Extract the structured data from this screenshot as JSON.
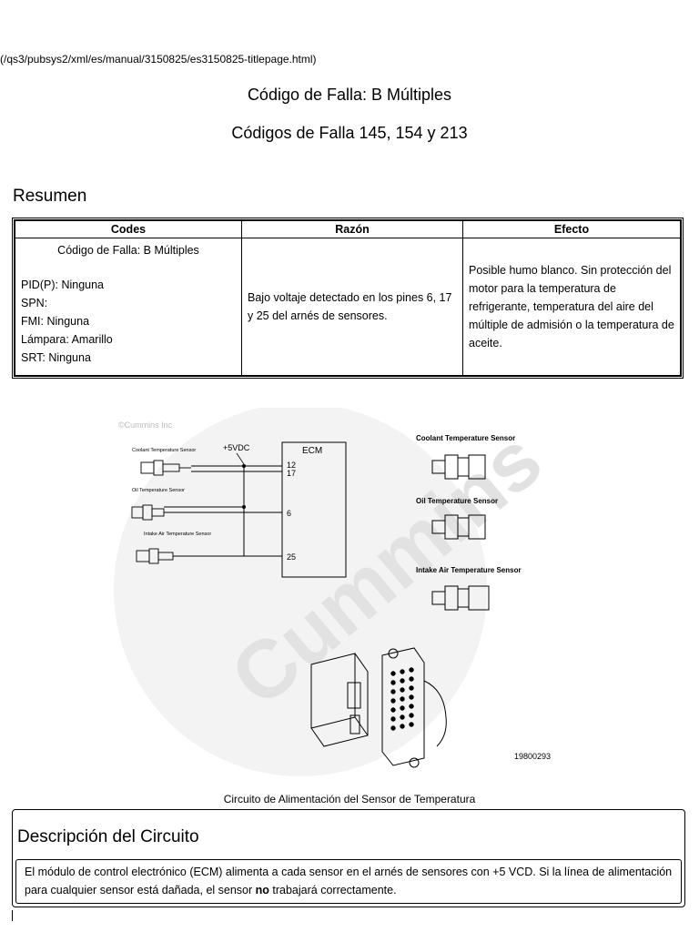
{
  "page": {
    "path": "(/qs3/pubsys2/xml/es/manual/3150825/es3150825-titlepage.html)",
    "title1": "Código de Falla: B Múltiples",
    "title2": "Códigos de Falla 145, 154 y 213",
    "resumen": "Resumen"
  },
  "table": {
    "headers": [
      "Codes",
      "Razón",
      "Efecto"
    ],
    "codes_title": "Código de Falla: B Múltiples",
    "codes_lines": [
      "PID(P): Ninguna",
      "SPN:",
      "FMI: Ninguna",
      "Lámpara: Amarillo",
      "SRT: Ninguna"
    ],
    "razon": "Bajo voltaje detectado en los pines 6, 17 y 25 del arnés de sensores.",
    "efecto": "Posible humo blanco. Sin protección del motor para la temperatura de refrigerante, temperatura del aire del múltiple de admisión o la temperatura de aceite."
  },
  "figure": {
    "copyright": "©Cummins Inc",
    "watermark": "Cummins",
    "voltage": "+5VDC",
    "ecm": "ECM",
    "pins": [
      "12",
      "17",
      "6",
      "25"
    ],
    "left_labels": [
      "Coolant Temperature Sensor",
      "Oil Temperature Sensor",
      "Intake Air Temperature Sensor"
    ],
    "right_labels": [
      "Coolant Temperature Sensor",
      "Oil Temperature Sensor",
      "Intake Air Temperature Sensor"
    ],
    "figure_number": "19800293",
    "caption": "Circuito de Alimentación del Sensor de Temperatura"
  },
  "description": {
    "heading": "Descripción del Circuito",
    "text_before": "El módulo de control electrónico (ECM) alimenta a cada sensor en el arnés de sensores con +5 VCD. Si la línea de alimentación para cualquier sensor está dañada, el sensor ",
    "bold": "no",
    "text_after": " trabajará correctamente."
  }
}
